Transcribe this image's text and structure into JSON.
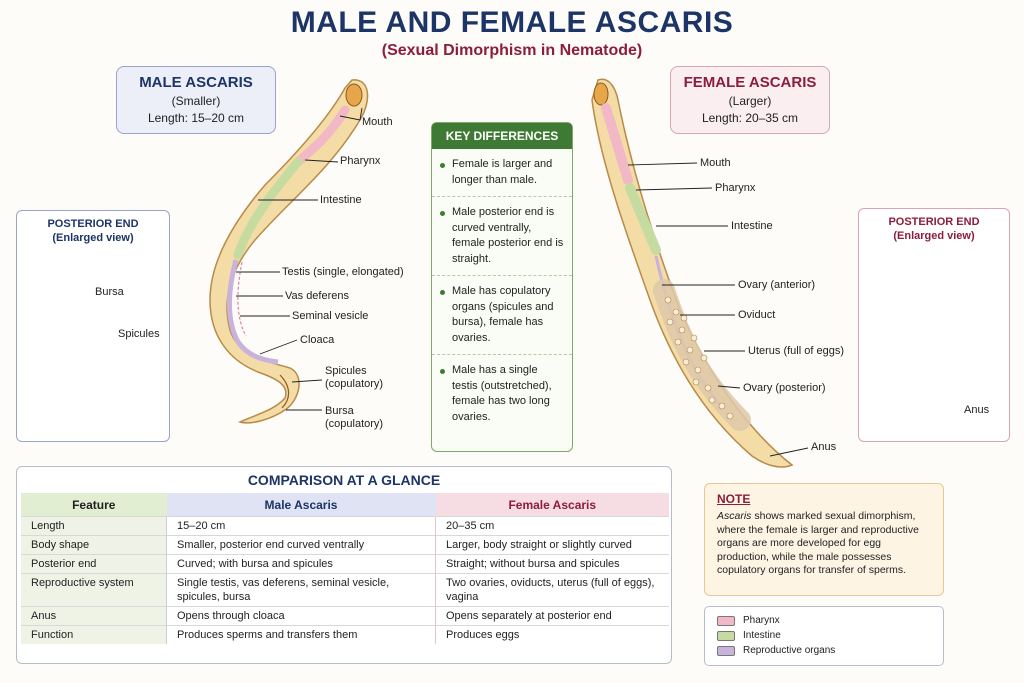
{
  "title": "MALE AND FEMALE ASCARIS",
  "subtitle": "(Sexual Dimorphism in Nematode)",
  "male": {
    "heading": "MALE ASCARIS",
    "size": "(Smaller)",
    "length": "Length: 15–20 cm",
    "labels": {
      "mouth": "Mouth",
      "pharynx": "Pharynx",
      "intestine": "Intestine",
      "testis": "Testis (single, elongated)",
      "vas_deferens": "Vas deferens",
      "seminal_vesicle": "Seminal vesicle",
      "cloaca": "Cloaca",
      "spicules_1": "Spicules",
      "spicules_2": "(copulatory)",
      "bursa_1": "Bursa",
      "bursa_2": "(copulatory)"
    },
    "posterior": {
      "heading": "POSTERIOR END",
      "sub": "(Enlarged view)",
      "bursa": "Bursa",
      "spicules": "Spicules"
    }
  },
  "female": {
    "heading": "FEMALE ASCARIS",
    "size": "(Larger)",
    "length": "Length: 20–35 cm",
    "labels": {
      "mouth": "Mouth",
      "pharynx": "Pharynx",
      "intestine": "Intestine",
      "ovary_anterior": "Ovary (anterior)",
      "oviduct": "Oviduct",
      "uterus": "Uterus (full of eggs)",
      "ovary_posterior": "Ovary (posterior)",
      "anus": "Anus"
    },
    "posterior": {
      "heading": "POSTERIOR END",
      "sub": "(Enlarged view)",
      "anus": "Anus"
    }
  },
  "key_differences": {
    "heading": "KEY DIFFERENCES",
    "items": [
      "Female is larger and longer than male.",
      "Male posterior end is curved ventrally, female posterior end is straight.",
      "Male has copulatory organs (spicules and bursa), female has ovaries.",
      "Male has a single testis (outstretched), female has two long ovaries."
    ]
  },
  "comparison": {
    "heading": "COMPARISON AT A GLANCE",
    "columns": [
      "Feature",
      "Male Ascaris",
      "Female Ascaris"
    ],
    "rows": [
      [
        "Length",
        "15–20 cm",
        "20–35 cm"
      ],
      [
        "Body shape",
        "Smaller, posterior end curved ventrally",
        "Larger, body straight or slightly curved"
      ],
      [
        "Posterior end",
        "Curved; with bursa and spicules",
        "Straight; without bursa and spicules"
      ],
      [
        "Reproductive system",
        "Single testis, vas deferens, seminal vesicle, spicules, bursa",
        "Two ovaries, oviducts, uterus (full of eggs), vagina"
      ],
      [
        "Anus",
        "Opens through cloaca",
        "Opens separately at posterior end"
      ],
      [
        "Function",
        "Produces sperms and transfers them",
        "Produces eggs"
      ]
    ]
  },
  "note": {
    "heading": "NOTE",
    "italic": "Ascaris",
    "text": " shows marked sexual dimorphism, where the female is larger and reproductive organs are more developed for egg production, while the male possesses copulatory organs for transfer of sperms."
  },
  "legend": [
    {
      "label": "Pharynx",
      "color": "#f2b8c6"
    },
    {
      "label": "Intestine",
      "color": "#c5dba0"
    },
    {
      "label": "Reproductive organs",
      "color": "#c9b3dc"
    }
  ],
  "colors": {
    "body": "#f3dca6",
    "body_outline": "#b98a4a",
    "male_accent": "#1c3566",
    "female_accent": "#8c1d3c",
    "kd_green": "#3f7a34"
  }
}
